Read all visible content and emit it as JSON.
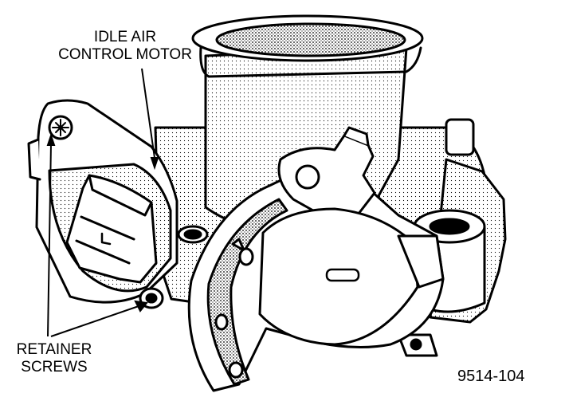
{
  "labels": {
    "idle_air_line1": "IDLE AIR",
    "idle_air_line2": "CONTROL MOTOR",
    "retainer_line1": "RETAINER",
    "retainer_line2": "SCREWS",
    "figure_number": "9514-104"
  },
  "colors": {
    "ink": "#000000",
    "paper": "#ffffff",
    "shade": "#9a9a9a"
  }
}
